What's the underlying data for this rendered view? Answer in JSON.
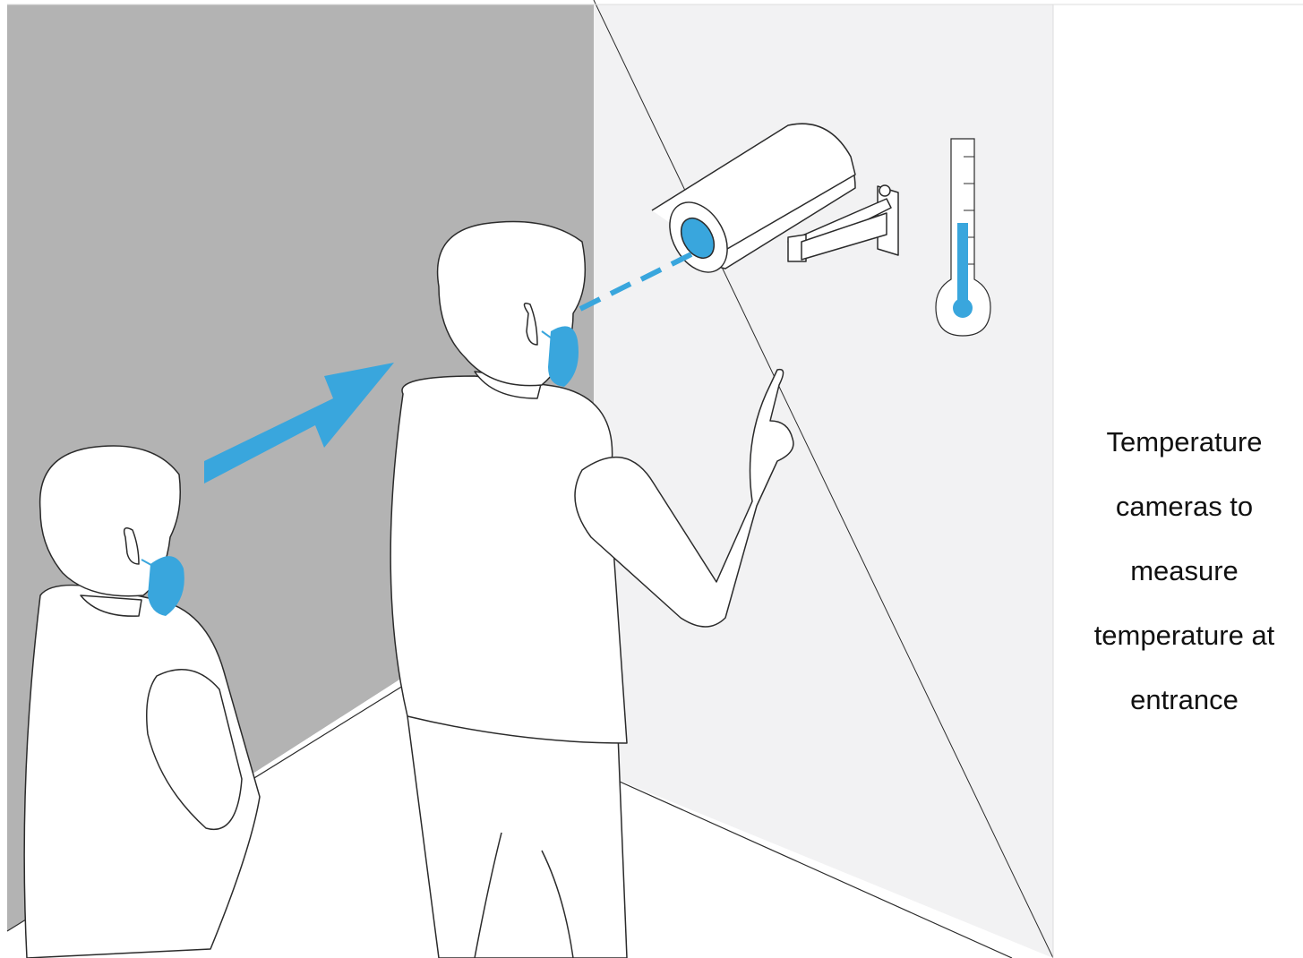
{
  "caption": {
    "lines": [
      "Temperature",
      "cameras to",
      "measure",
      "temperature at",
      "entrance"
    ]
  },
  "colors": {
    "accent": "#39a6dd",
    "dark_wall": "#b3b3b3",
    "light_wall": "#f2f2f3",
    "floor": "#ffffff",
    "outline": "#2b2b2b"
  },
  "icons": {
    "camera": "security-camera-icon",
    "thermometer": "thermometer-icon",
    "arrow": "direction-arrow-icon"
  },
  "thermometer": {
    "level": 0.52
  }
}
